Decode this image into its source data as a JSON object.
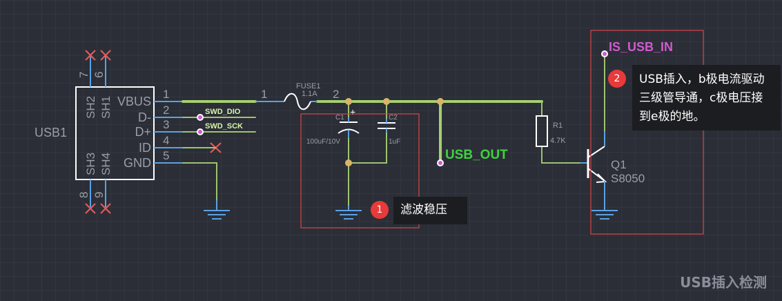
{
  "colors": {
    "background": "#2b2e36",
    "grid": "#3a3e48",
    "wire": "#9ec46f",
    "wire_thick": "#a6cf72",
    "pin": "#5aa2e6",
    "component": "#ffffff",
    "junction": "#d9b46a",
    "no_connect": "#e55a5a",
    "net_label_green": "#3fd23f",
    "net_label_magenta": "#d05ad0",
    "frame": "#d9464b",
    "badge": "#e83a3a"
  },
  "connector": {
    "designator": "USB1",
    "pin_names": [
      "VBUS",
      "D-",
      "D+",
      "ID",
      "GND"
    ],
    "pin_numbers": [
      "1",
      "2",
      "3",
      "4",
      "5"
    ],
    "shield_top": [
      "SH2",
      "SH1"
    ],
    "shield_bottom": [
      "SH3",
      "SH4"
    ],
    "shield_top_numbers": [
      "7",
      "6"
    ],
    "shield_bottom_numbers": [
      "8",
      "9"
    ]
  },
  "net_labels": {
    "swd_dio": "SWD_DIO",
    "swd_sck": "SWD_SCK",
    "usb_out": "USB_OUT",
    "is_usb_in": "IS_USB_IN"
  },
  "fuse": {
    "designator": "FUSE1",
    "value": "1.1A",
    "pin1": "1",
    "pin2": "2"
  },
  "c1": {
    "designator": "C1",
    "value": "100uF/10V",
    "polarity": "+"
  },
  "c2": {
    "designator": "C2",
    "value": "1uF"
  },
  "r1": {
    "designator": "R1",
    "value": "4.7K"
  },
  "q1": {
    "designator": "Q1",
    "value": "S8050"
  },
  "annotations": {
    "badge_1": "1",
    "note_1": "滤波稳压",
    "badge_2": "2",
    "note_2": "USB插入，b极电流驱动三级管导通，c极电压接到e极的地。"
  },
  "page_title": "USB插入检测"
}
